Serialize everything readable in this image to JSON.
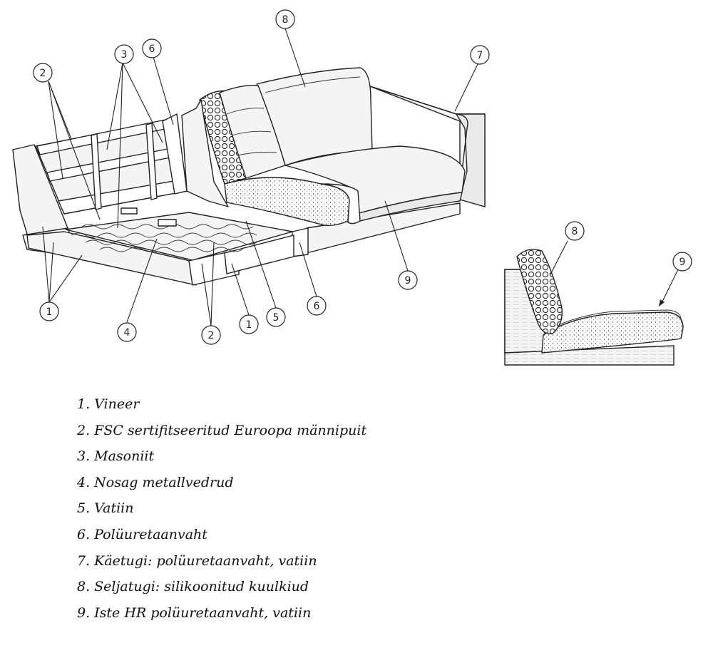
{
  "diagram": {
    "callouts": {
      "c2_top": "2",
      "c3_top": "3",
      "c6_top": "6",
      "c8_top": "8",
      "c7_right": "7",
      "c1_left": "1",
      "c4_bottom": "4",
      "c2_bottom": "2",
      "c1_bottom": "1",
      "c5_bottom": "5",
      "c6_bottom": "6",
      "c9_main": "9",
      "c8_detail": "8",
      "c9_detail": "9"
    }
  },
  "legend": [
    {
      "num": "1.",
      "text": "Vineer"
    },
    {
      "num": "2.",
      "text": "FSC sertifitseeritud Euroopa männipuit"
    },
    {
      "num": "3.",
      "text": "Masoniit"
    },
    {
      "num": "4.",
      "text": "Nosag metallvedrud"
    },
    {
      "num": "5.",
      "text": "Vatiin"
    },
    {
      "num": "6.",
      "text": "Polüuretaanvaht"
    },
    {
      "num": "7.",
      "text": "Käetugi: polüuretaanvaht, vatiin"
    },
    {
      "num": "8.",
      "text": "Seljatugi: silikoonitud kuulkiud"
    },
    {
      "num": "9.",
      "text": "Iste HR polüuretaanvaht, vatiin"
    }
  ]
}
